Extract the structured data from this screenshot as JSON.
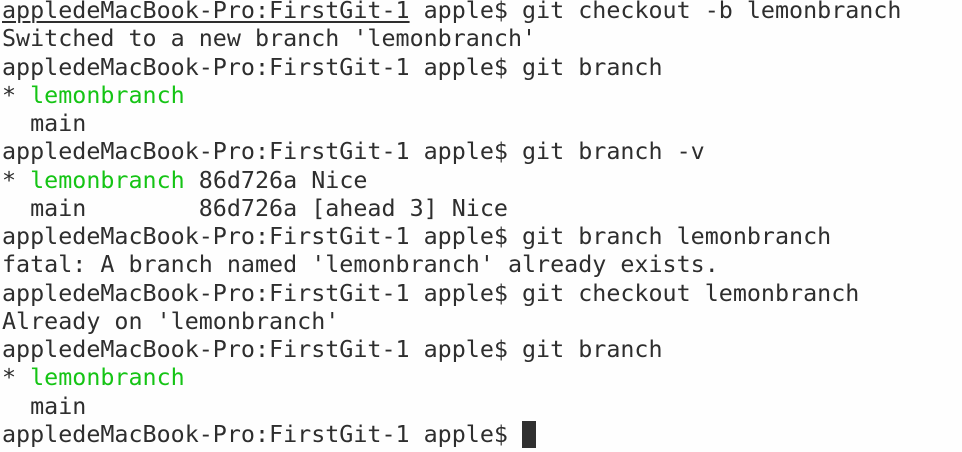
{
  "terminal": {
    "app": "terminal",
    "colors": {
      "background": "#fefefe",
      "foreground": "#2e2e2e",
      "branch_green": "#15c415",
      "cursor": "#303030"
    },
    "prompt": "appledeMacBook-Pro:FirstGit-1 apple$",
    "current_branch": "lemonbranch",
    "other_branch": "main",
    "commit_hash": "86d726a",
    "lines": [
      {
        "segments": [
          {
            "text": "appledeMacBook-Pro:FirstGit-1",
            "underline": true,
            "name": "prompt-hostname"
          },
          {
            "text": " apple$ git checkout -b lemonbranch",
            "name": "command-text"
          }
        ]
      },
      {
        "segments": [
          {
            "text": "Switched to a new branch 'lemonbranch'",
            "name": "output-text"
          }
        ]
      },
      {
        "segments": [
          {
            "text": "appledeMacBook-Pro:FirstGit-1 apple$ git branch",
            "name": "command-text"
          }
        ]
      },
      {
        "segments": [
          {
            "text": "* ",
            "name": "current-branch-marker"
          },
          {
            "text": "lemonbranch",
            "green": true,
            "name": "branch-name-current"
          }
        ]
      },
      {
        "segments": [
          {
            "text": "  main",
            "name": "branch-name"
          }
        ]
      },
      {
        "segments": [
          {
            "text": "appledeMacBook-Pro:FirstGit-1 apple$ git branch -v",
            "name": "command-text"
          }
        ]
      },
      {
        "segments": [
          {
            "text": "* ",
            "name": "current-branch-marker"
          },
          {
            "text": "lemonbranch",
            "green": true,
            "name": "branch-name-current"
          },
          {
            "text": " 86d726a Nice",
            "name": "branch-verbose-info"
          }
        ]
      },
      {
        "segments": [
          {
            "text": "  main        86d726a [ahead 3] Nice",
            "name": "branch-verbose-info"
          }
        ]
      },
      {
        "segments": [
          {
            "text": "appledeMacBook-Pro:FirstGit-1 apple$ git branch lemonbranch",
            "name": "command-text"
          }
        ]
      },
      {
        "segments": [
          {
            "text": "fatal: A branch named 'lemonbranch' already exists.",
            "name": "error-text"
          }
        ]
      },
      {
        "segments": [
          {
            "text": "appledeMacBook-Pro:FirstGit-1 apple$ git checkout lemonbranch",
            "name": "command-text"
          }
        ]
      },
      {
        "segments": [
          {
            "text": "Already on 'lemonbranch'",
            "name": "output-text"
          }
        ]
      },
      {
        "segments": [
          {
            "text": "appledeMacBook-Pro:FirstGit-1 apple$ git branch",
            "name": "command-text"
          }
        ]
      },
      {
        "segments": [
          {
            "text": "* ",
            "name": "current-branch-marker"
          },
          {
            "text": "lemonbranch",
            "green": true,
            "name": "branch-name-current"
          }
        ]
      },
      {
        "segments": [
          {
            "text": "  main",
            "name": "branch-name"
          }
        ]
      },
      {
        "segments": [
          {
            "text": "appledeMacBook-Pro:FirstGit-1 apple$ ",
            "name": "prompt-text"
          }
        ],
        "cursor": true
      }
    ]
  }
}
